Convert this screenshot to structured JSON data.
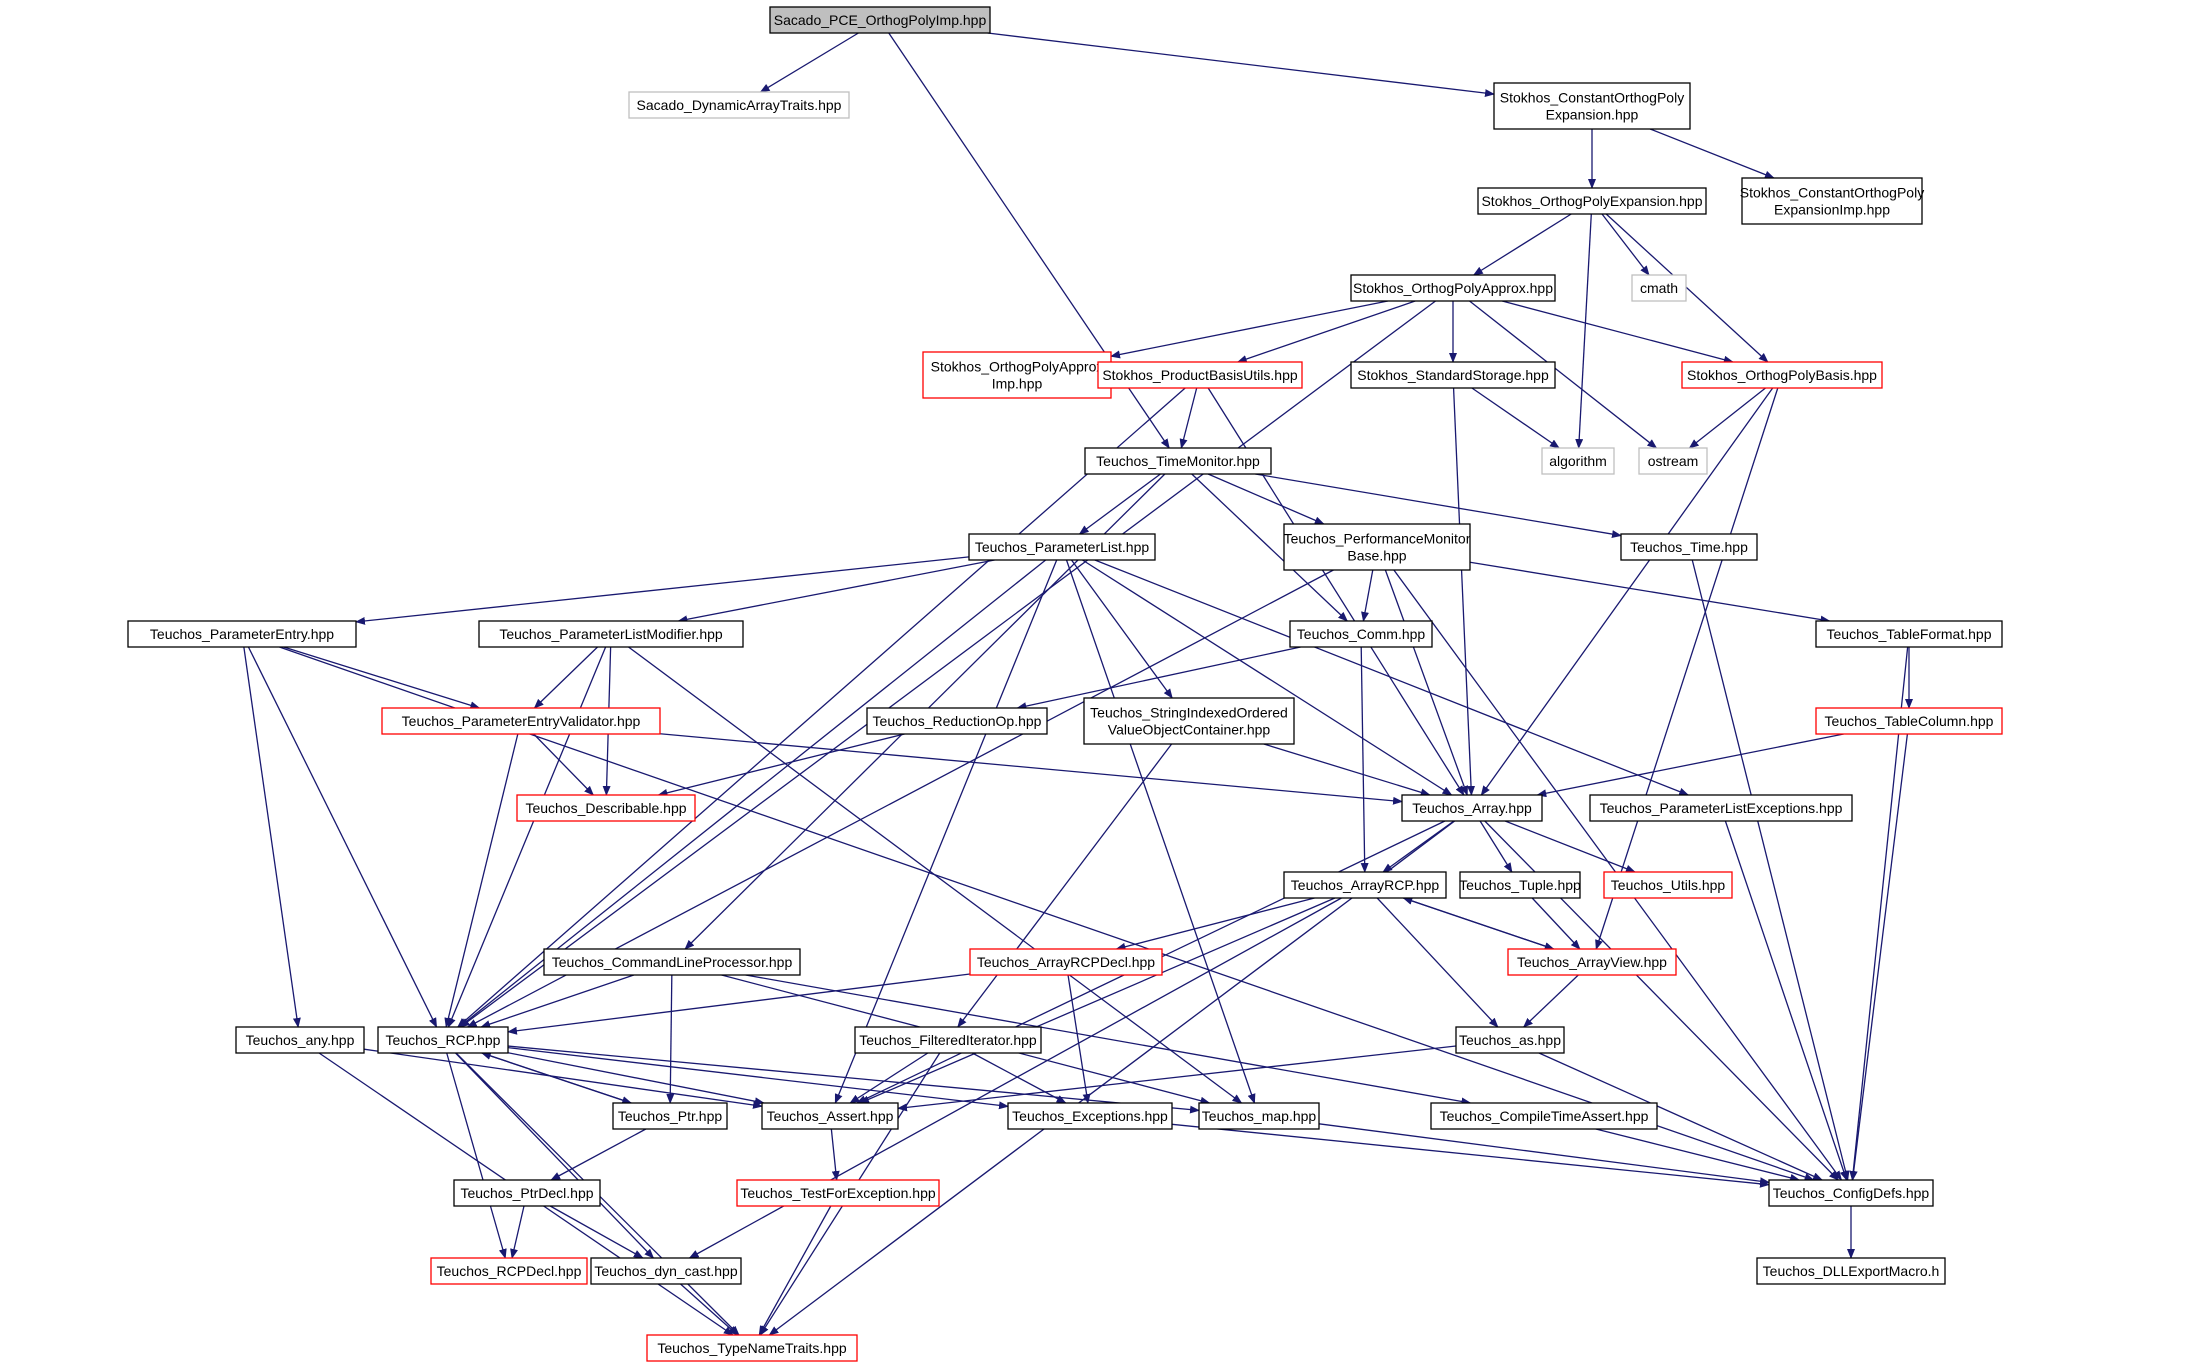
{
  "title": "",
  "colors": {
    "edge": "#191970",
    "box_normal": "#000000",
    "box_truncated": "#ff0000",
    "box_external": "#bfbfbf",
    "box_root_fill": "#bfbfbf",
    "background": "#ffffff"
  },
  "nodes": [
    {
      "id": "root",
      "label": "Sacado_PCE_OrthogPolyImp.hpp",
      "style": "root"
    },
    {
      "id": "dat",
      "label": "Sacado_DynamicArrayTraits.hpp",
      "style": "external"
    },
    {
      "id": "coe",
      "label": "Stokhos_ConstantOrthogPoly\nExpansion.hpp",
      "style": "normal"
    },
    {
      "id": "opex",
      "label": "Stokhos_OrthogPolyExpansion.hpp",
      "style": "normal"
    },
    {
      "id": "coei",
      "label": "Stokhos_ConstantOrthogPoly\nExpansionImp.hpp",
      "style": "normal"
    },
    {
      "id": "cmath",
      "label": "cmath",
      "style": "external"
    },
    {
      "id": "opa",
      "label": "Stokhos_OrthogPolyApprox.hpp",
      "style": "normal"
    },
    {
      "id": "opai",
      "label": "Stokhos_OrthogPolyApprox\nImp.hpp",
      "style": "truncated"
    },
    {
      "id": "pbu",
      "label": "Stokhos_ProductBasisUtils.hpp",
      "style": "truncated"
    },
    {
      "id": "ss",
      "label": "Stokhos_StandardStorage.hpp",
      "style": "normal"
    },
    {
      "id": "opb",
      "label": "Stokhos_OrthogPolyBasis.hpp",
      "style": "truncated"
    },
    {
      "id": "alg",
      "label": "algorithm",
      "style": "external"
    },
    {
      "id": "ost",
      "label": "ostream",
      "style": "external"
    },
    {
      "id": "tm",
      "label": "Teuchos_TimeMonitor.hpp",
      "style": "normal"
    },
    {
      "id": "pl",
      "label": "Teuchos_ParameterList.hpp",
      "style": "normal"
    },
    {
      "id": "pmb",
      "label": "Teuchos_PerformanceMonitor\nBase.hpp",
      "style": "normal"
    },
    {
      "id": "time",
      "label": "Teuchos_Time.hpp",
      "style": "normal"
    },
    {
      "id": "pe",
      "label": "Teuchos_ParameterEntry.hpp",
      "style": "normal"
    },
    {
      "id": "plm",
      "label": "Teuchos_ParameterListModifier.hpp",
      "style": "normal"
    },
    {
      "id": "comm",
      "label": "Teuchos_Comm.hpp",
      "style": "normal"
    },
    {
      "id": "tf",
      "label": "Teuchos_TableFormat.hpp",
      "style": "normal"
    },
    {
      "id": "pev",
      "label": "Teuchos_ParameterEntryValidator.hpp",
      "style": "truncated"
    },
    {
      "id": "rop",
      "label": "Teuchos_ReductionOp.hpp",
      "style": "normal"
    },
    {
      "id": "sio",
      "label": "Teuchos_StringIndexedOrdered\nValueObjectContainer.hpp",
      "style": "normal"
    },
    {
      "id": "tc",
      "label": "Teuchos_TableColumn.hpp",
      "style": "truncated"
    },
    {
      "id": "desc",
      "label": "Teuchos_Describable.hpp",
      "style": "truncated"
    },
    {
      "id": "arr",
      "label": "Teuchos_Array.hpp",
      "style": "normal"
    },
    {
      "id": "ple",
      "label": "Teuchos_ParameterListExceptions.hpp",
      "style": "normal"
    },
    {
      "id": "arcp",
      "label": "Teuchos_ArrayRCP.hpp",
      "style": "normal"
    },
    {
      "id": "tup",
      "label": "Teuchos_Tuple.hpp",
      "style": "normal"
    },
    {
      "id": "util",
      "label": "Teuchos_Utils.hpp",
      "style": "truncated"
    },
    {
      "id": "clp",
      "label": "Teuchos_CommandLineProcessor.hpp",
      "style": "normal"
    },
    {
      "id": "arcpd",
      "label": "Teuchos_ArrayRCPDecl.hpp",
      "style": "truncated"
    },
    {
      "id": "av",
      "label": "Teuchos_ArrayView.hpp",
      "style": "truncated"
    },
    {
      "id": "any",
      "label": "Teuchos_any.hpp",
      "style": "normal"
    },
    {
      "id": "rcp",
      "label": "Teuchos_RCP.hpp",
      "style": "normal"
    },
    {
      "id": "fi",
      "label": "Teuchos_FilteredIterator.hpp",
      "style": "normal"
    },
    {
      "id": "as",
      "label": "Teuchos_as.hpp",
      "style": "normal"
    },
    {
      "id": "ptr",
      "label": "Teuchos_Ptr.hpp",
      "style": "normal"
    },
    {
      "id": "asrt",
      "label": "Teuchos_Assert.hpp",
      "style": "normal"
    },
    {
      "id": "exc",
      "label": "Teuchos_Exceptions.hpp",
      "style": "normal"
    },
    {
      "id": "map",
      "label": "Teuchos_map.hpp",
      "style": "normal"
    },
    {
      "id": "cta",
      "label": "Teuchos_CompileTimeAssert.hpp",
      "style": "normal"
    },
    {
      "id": "ptrd",
      "label": "Teuchos_PtrDecl.hpp",
      "style": "normal"
    },
    {
      "id": "tfe",
      "label": "Teuchos_TestForException.hpp",
      "style": "truncated"
    },
    {
      "id": "cfg",
      "label": "Teuchos_ConfigDefs.hpp",
      "style": "normal"
    },
    {
      "id": "rcpd",
      "label": "Teuchos_RCPDecl.hpp",
      "style": "truncated"
    },
    {
      "id": "dyn",
      "label": "Teuchos_dyn_cast.hpp",
      "style": "normal"
    },
    {
      "id": "dll",
      "label": "Teuchos_DLLExportMacro.h",
      "style": "normal"
    },
    {
      "id": "tnt",
      "label": "Teuchos_TypeNameTraits.hpp",
      "style": "truncated"
    }
  ],
  "edges": [
    [
      "root",
      "dat"
    ],
    [
      "root",
      "coe"
    ],
    [
      "root",
      "tm"
    ],
    [
      "coe",
      "opex"
    ],
    [
      "coe",
      "coei"
    ],
    [
      "opex",
      "opa"
    ],
    [
      "opex",
      "cmath"
    ],
    [
      "opex",
      "opb"
    ],
    [
      "opex",
      "alg"
    ],
    [
      "opa",
      "opai"
    ],
    [
      "opa",
      "pbu"
    ],
    [
      "opa",
      "ss"
    ],
    [
      "opa",
      "opb"
    ],
    [
      "opa",
      "ost"
    ],
    [
      "opa",
      "rcp"
    ],
    [
      "pbu",
      "tm"
    ],
    [
      "pbu",
      "arr"
    ],
    [
      "pbu",
      "rcp"
    ],
    [
      "ss",
      "alg"
    ],
    [
      "ss",
      "arr"
    ],
    [
      "opb",
      "ost"
    ],
    [
      "opb",
      "arr"
    ],
    [
      "opb",
      "av"
    ],
    [
      "tm",
      "pl"
    ],
    [
      "tm",
      "pmb"
    ],
    [
      "tm",
      "time"
    ],
    [
      "tm",
      "comm"
    ],
    [
      "tm",
      "clp"
    ],
    [
      "pl",
      "pe"
    ],
    [
      "pl",
      "plm"
    ],
    [
      "pl",
      "sio"
    ],
    [
      "pl",
      "arr"
    ],
    [
      "pl",
      "ple"
    ],
    [
      "pl",
      "map"
    ],
    [
      "pl",
      "asrt"
    ],
    [
      "pl",
      "rcp"
    ],
    [
      "pmb",
      "comm"
    ],
    [
      "pmb",
      "tf"
    ],
    [
      "pmb",
      "arr"
    ],
    [
      "pmb",
      "cfg"
    ],
    [
      "pmb",
      "rcp"
    ],
    [
      "time",
      "cfg"
    ],
    [
      "pe",
      "pev"
    ],
    [
      "pe",
      "any"
    ],
    [
      "pe",
      "rcp"
    ],
    [
      "pe",
      "cfg"
    ],
    [
      "plm",
      "pev"
    ],
    [
      "plm",
      "desc"
    ],
    [
      "plm",
      "rcp"
    ],
    [
      "plm",
      "map"
    ],
    [
      "comm",
      "rop"
    ],
    [
      "comm",
      "arcp"
    ],
    [
      "tf",
      "tc"
    ],
    [
      "tf",
      "cfg"
    ],
    [
      "pev",
      "desc"
    ],
    [
      "pev",
      "arr"
    ],
    [
      "pev",
      "rcp"
    ],
    [
      "rop",
      "desc"
    ],
    [
      "sio",
      "arr"
    ],
    [
      "sio",
      "fi"
    ],
    [
      "tc",
      "arr"
    ],
    [
      "tc",
      "cfg"
    ],
    [
      "arr",
      "arcp"
    ],
    [
      "arr",
      "tup"
    ],
    [
      "arr",
      "util"
    ],
    [
      "arr",
      "asrt"
    ],
    [
      "arr",
      "cfg"
    ],
    [
      "arr",
      "tnt"
    ],
    [
      "ple",
      "cfg"
    ],
    [
      "arcp",
      "arcpd"
    ],
    [
      "arcp",
      "av"
    ],
    [
      "arcp",
      "as"
    ],
    [
      "arcp",
      "asrt"
    ],
    [
      "arcp",
      "dyn"
    ],
    [
      "tup",
      "av"
    ],
    [
      "clp",
      "rcp"
    ],
    [
      "clp",
      "ptr"
    ],
    [
      "clp",
      "map"
    ],
    [
      "clp",
      "cta"
    ],
    [
      "arcpd",
      "rcp"
    ],
    [
      "arcpd",
      "exc"
    ],
    [
      "av",
      "arcp"
    ],
    [
      "av",
      "as"
    ],
    [
      "any",
      "asrt"
    ],
    [
      "any",
      "tnt"
    ],
    [
      "rcp",
      "ptr"
    ],
    [
      "rcp",
      "asrt"
    ],
    [
      "rcp",
      "exc"
    ],
    [
      "rcp",
      "map"
    ],
    [
      "rcp",
      "rcpd"
    ],
    [
      "rcp",
      "dyn"
    ],
    [
      "rcp",
      "tnt"
    ],
    [
      "fi",
      "asrt"
    ],
    [
      "fi",
      "exc"
    ],
    [
      "fi",
      "tnt"
    ],
    [
      "as",
      "asrt"
    ],
    [
      "as",
      "cfg"
    ],
    [
      "ptr",
      "rcp"
    ],
    [
      "ptr",
      "ptrd"
    ],
    [
      "asrt",
      "tfe"
    ],
    [
      "exc",
      "cfg"
    ],
    [
      "map",
      "cfg"
    ],
    [
      "cta",
      "cfg"
    ],
    [
      "ptrd",
      "rcpd"
    ],
    [
      "ptrd",
      "dyn"
    ],
    [
      "tfe",
      "tnt"
    ],
    [
      "dyn",
      "tnt"
    ],
    [
      "cfg",
      "dll"
    ]
  ]
}
